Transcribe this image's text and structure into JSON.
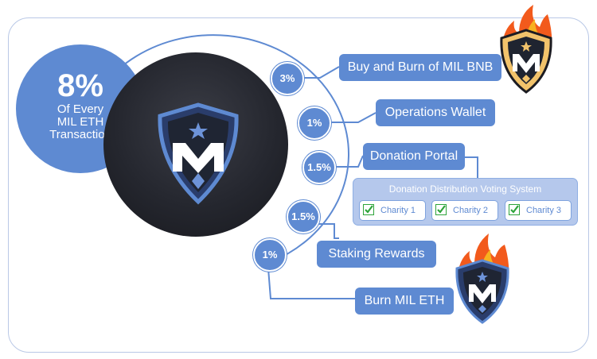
{
  "center": {
    "percent": "8%",
    "caption": "Of Every\nMIL ETH\nTransaction"
  },
  "allocations": [
    {
      "percent": "3%",
      "label": "Buy and Burn of MIL BNB"
    },
    {
      "percent": "1%",
      "label": "Operations Wallet"
    },
    {
      "percent": "1.5%",
      "label": "Donation Portal"
    },
    {
      "percent": "1.5%",
      "label": "Staking Rewards"
    },
    {
      "percent": "1%",
      "label": "Burn MIL ETH"
    }
  ],
  "voting": {
    "title": "Donation Distribution Voting System",
    "charities": [
      "Charity 1",
      "Charity 2",
      "Charity 3"
    ]
  },
  "colors": {
    "accent": "#5e8ad2",
    "panel": "#b5c8ec",
    "dark": "#22242b",
    "check": "#2ea43a",
    "flame": "#f4a21a"
  },
  "icons": [
    "mil-shield-logo-icon",
    "mil-bnb-flame-badge-icon",
    "mil-eth-flame-badge-icon",
    "checkmark-icon"
  ]
}
